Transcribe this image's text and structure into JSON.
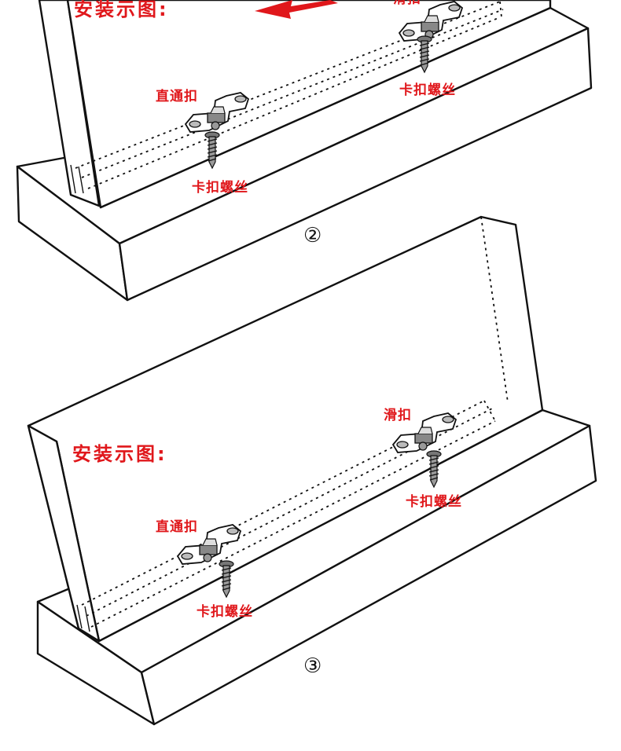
{
  "steps": [
    {
      "number": "②",
      "title": "安装示图:",
      "labels": {
        "slide_clip": "滑扣",
        "straight_clip": "直通扣",
        "screw_left": "卡扣螺丝",
        "screw_right": "卡扣螺丝"
      }
    },
    {
      "number": "③",
      "title": "安装示图:",
      "labels": {
        "slide_clip": "滑扣",
        "straight_clip": "直通扣",
        "screw_left": "卡扣螺丝",
        "screw_right": "卡扣螺丝"
      }
    }
  ],
  "colors": {
    "label": "#e0171b",
    "line": "#111111",
    "background": "#ffffff"
  },
  "icons": {
    "arrow": "red-arrow-icon",
    "bracket": "clip-bracket-icon",
    "screw": "screw-icon"
  }
}
